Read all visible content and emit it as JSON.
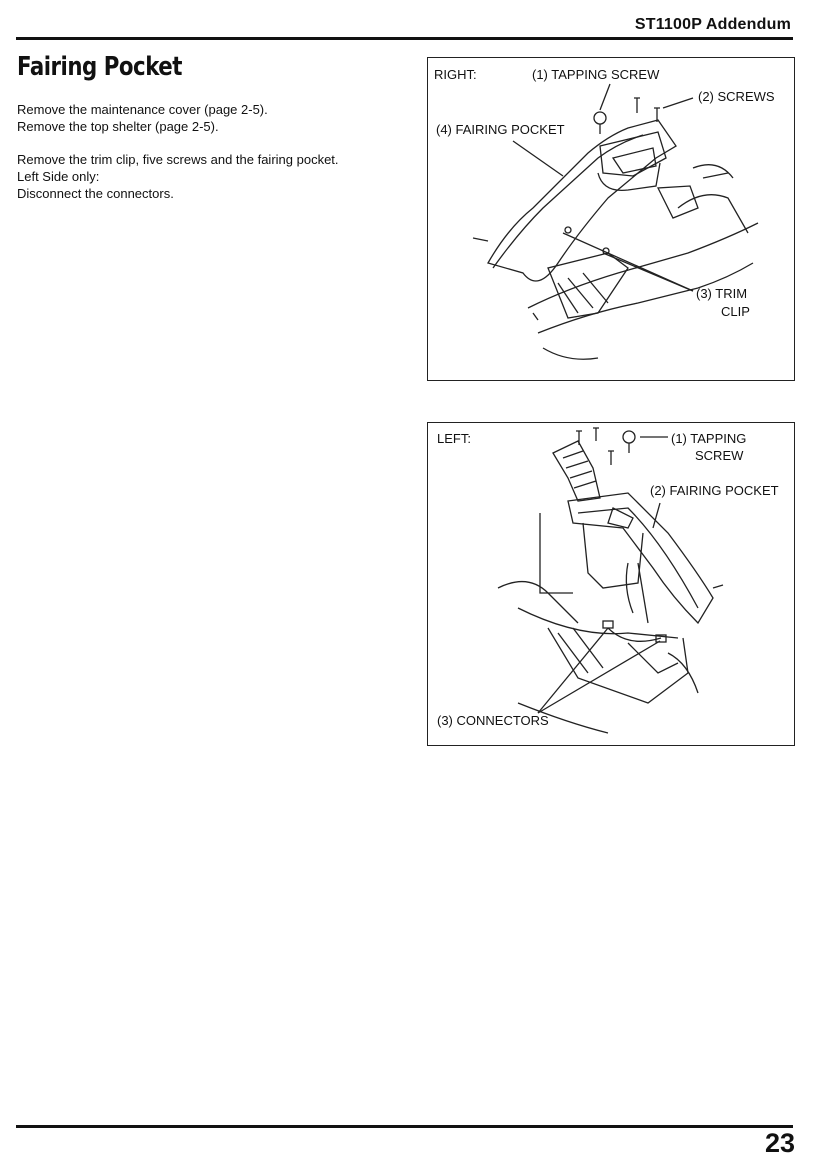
{
  "header": {
    "title": "ST1100P  Addendum"
  },
  "page": {
    "title": "Fairing Pocket",
    "paragraphs": [
      [
        "Remove the maintenance cover (page 2-5).",
        "Remove the top shelter (page 2-5)."
      ],
      [
        "Remove the trim clip, five screws and the fairing pocket.",
        "Left Side only:",
        "Disconnect the connectors."
      ]
    ],
    "page_number": "23"
  },
  "figure_right": {
    "side": "RIGHT:",
    "label_1": "(1)  TAPPING SCREW",
    "label_2": "(2)  SCREWS",
    "label_4": "(4)  FAIRING POCKET",
    "label_3a": "(3)  TRIM",
    "label_3b": "CLIP"
  },
  "figure_left": {
    "side": "LEFT:",
    "label_1a": "(1)  TAPPING",
    "label_1b": "SCREW",
    "label_2": "(2)  FAIRING POCKET",
    "label_3": "(3)  CONNECTORS"
  }
}
